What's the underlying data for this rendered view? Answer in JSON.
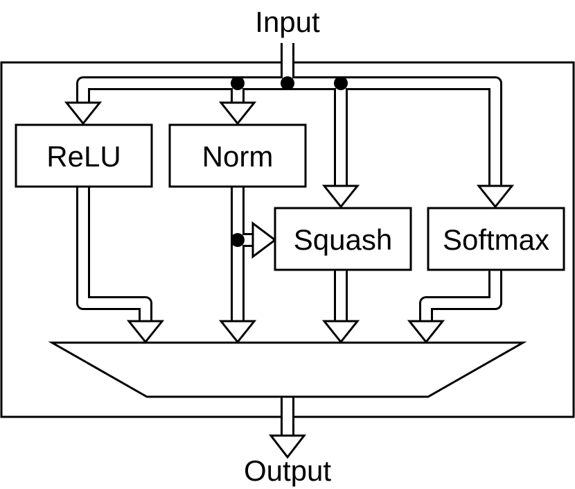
{
  "io": {
    "input_label": "Input",
    "output_label": "Output"
  },
  "blocks": {
    "relu": "ReLU",
    "norm": "Norm",
    "squash": "Squash",
    "softmax": "Softmax"
  }
}
